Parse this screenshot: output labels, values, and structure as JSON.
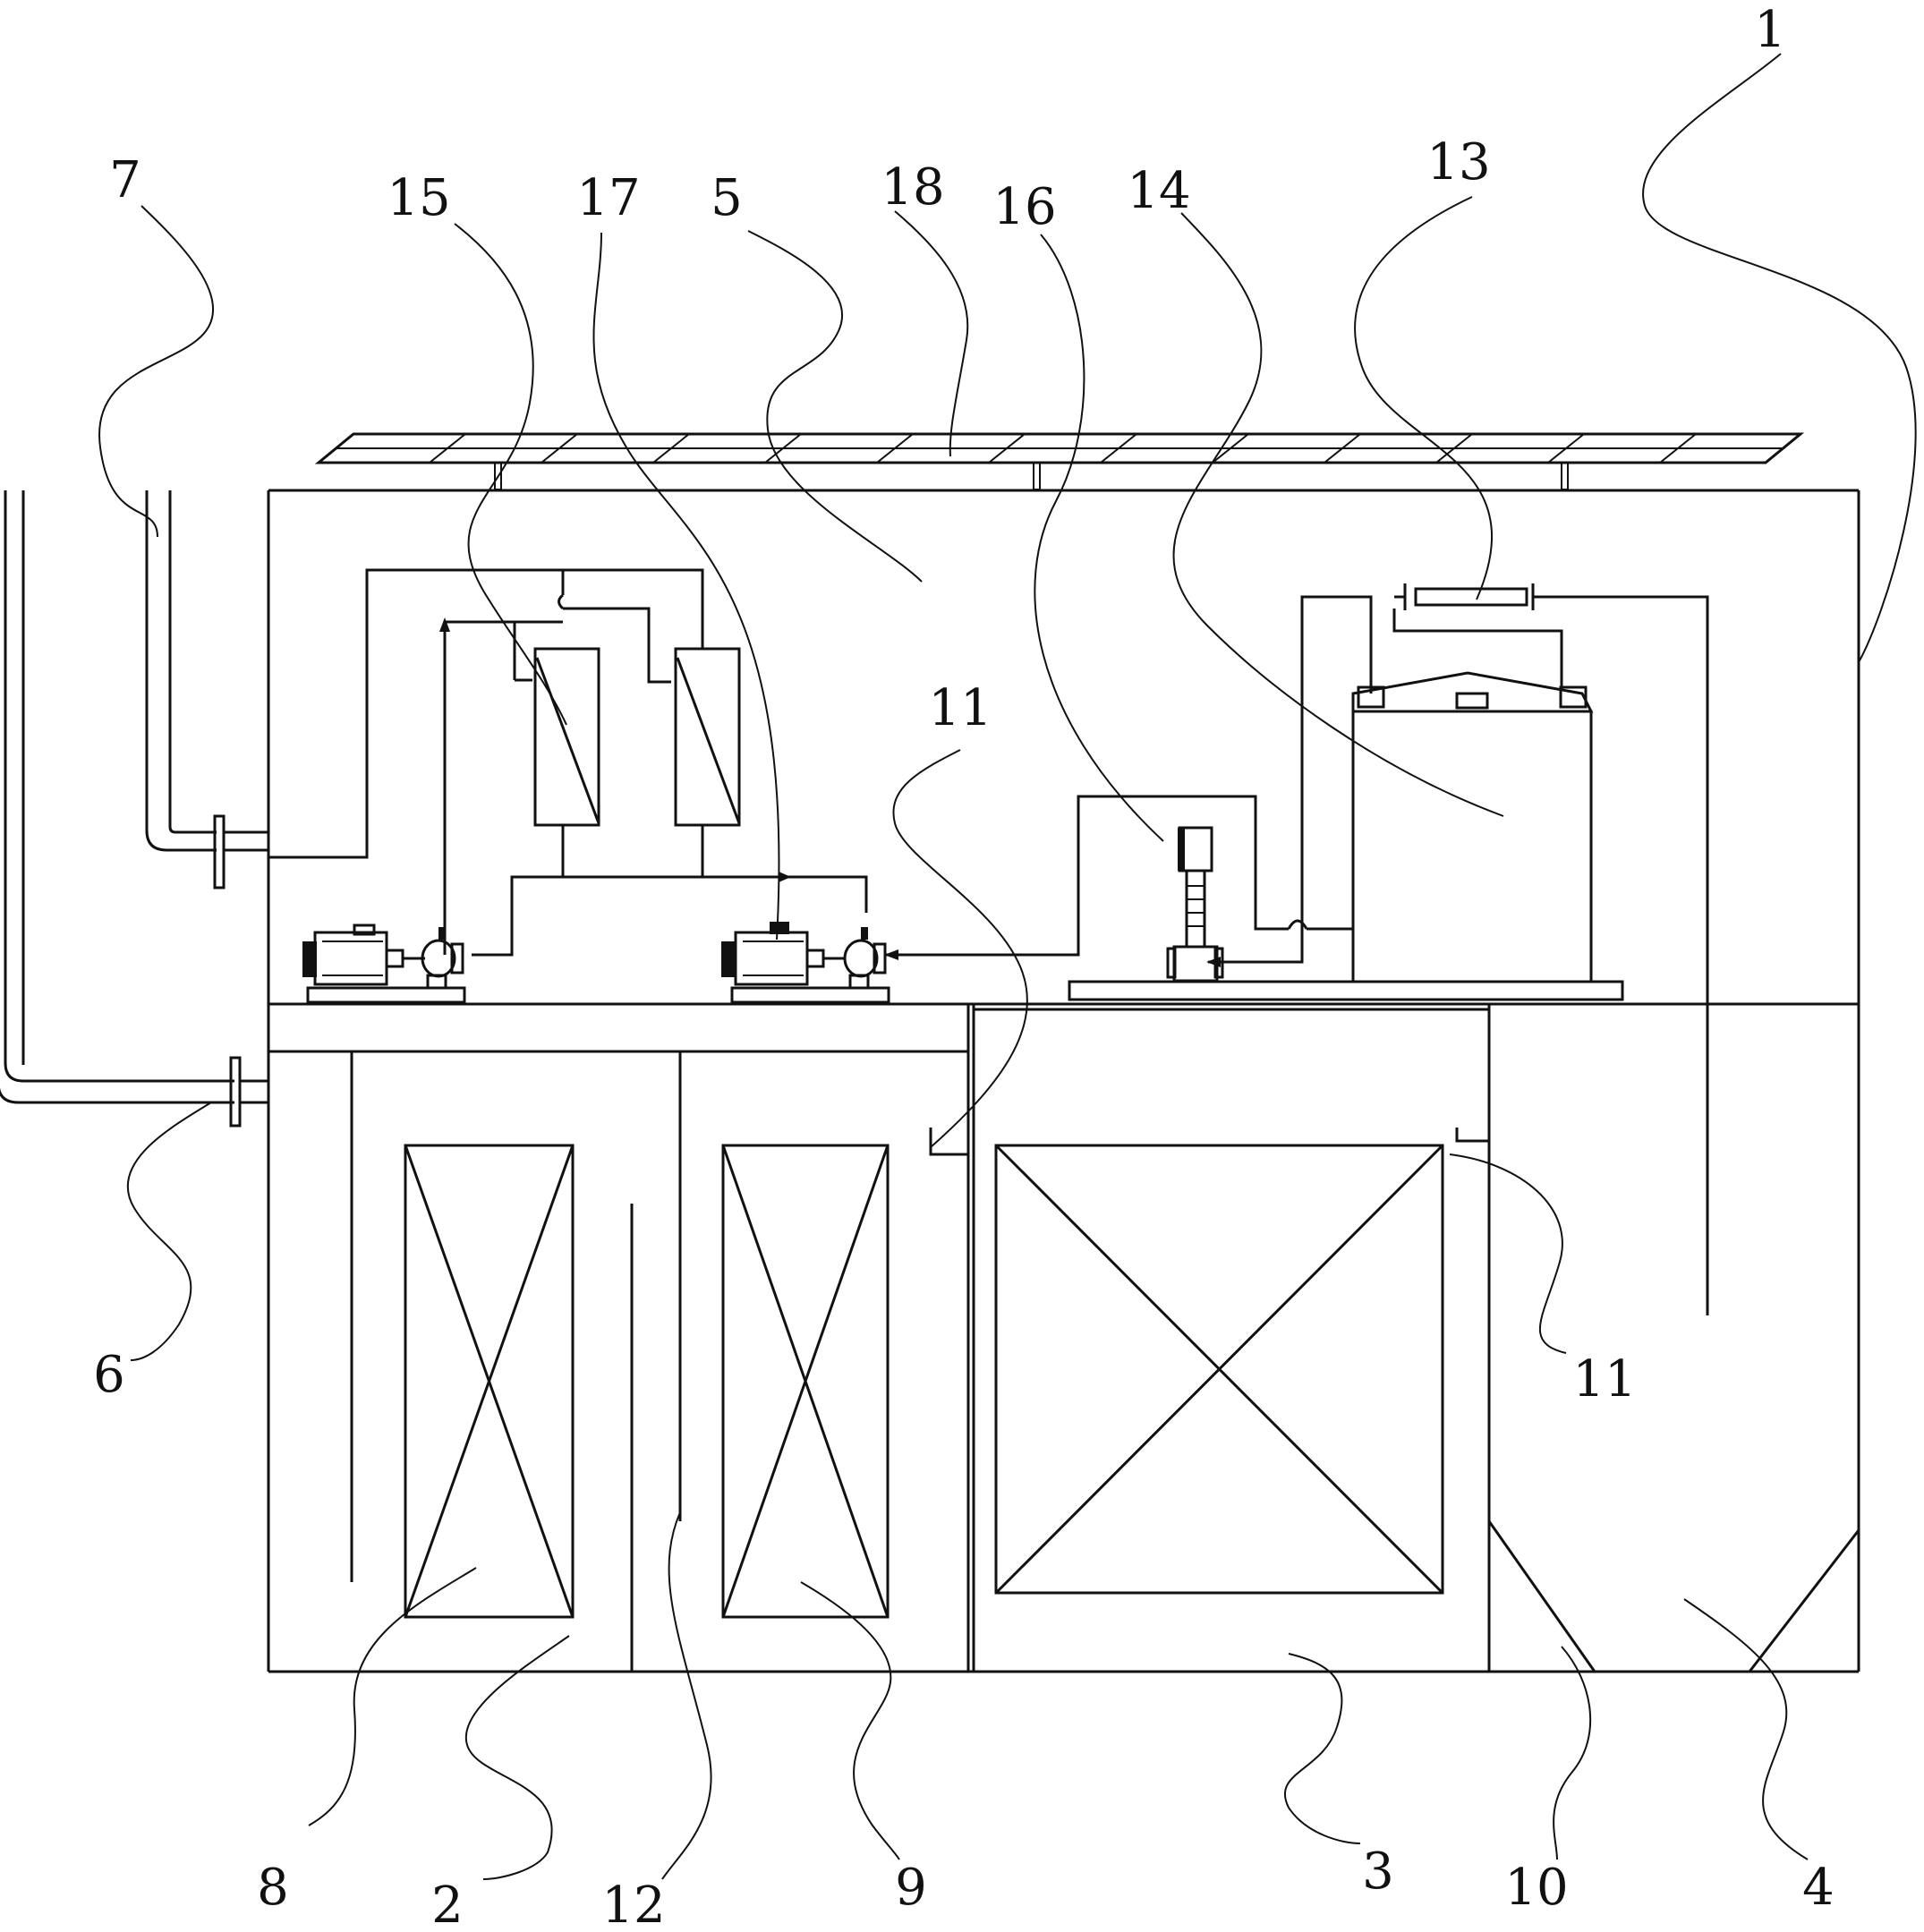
{
  "diagram": {
    "labels": {
      "l1": "1",
      "l2": "2",
      "l3": "3",
      "l4": "4",
      "l5": "5",
      "l6": "6",
      "l7": "7",
      "l8": "8",
      "l9": "9",
      "l10": "10",
      "l11a": "11",
      "l11b": "11",
      "l12": "12",
      "l13": "13",
      "l14": "14",
      "l15": "15",
      "l16": "16",
      "l17": "17",
      "l18": "18"
    }
  }
}
